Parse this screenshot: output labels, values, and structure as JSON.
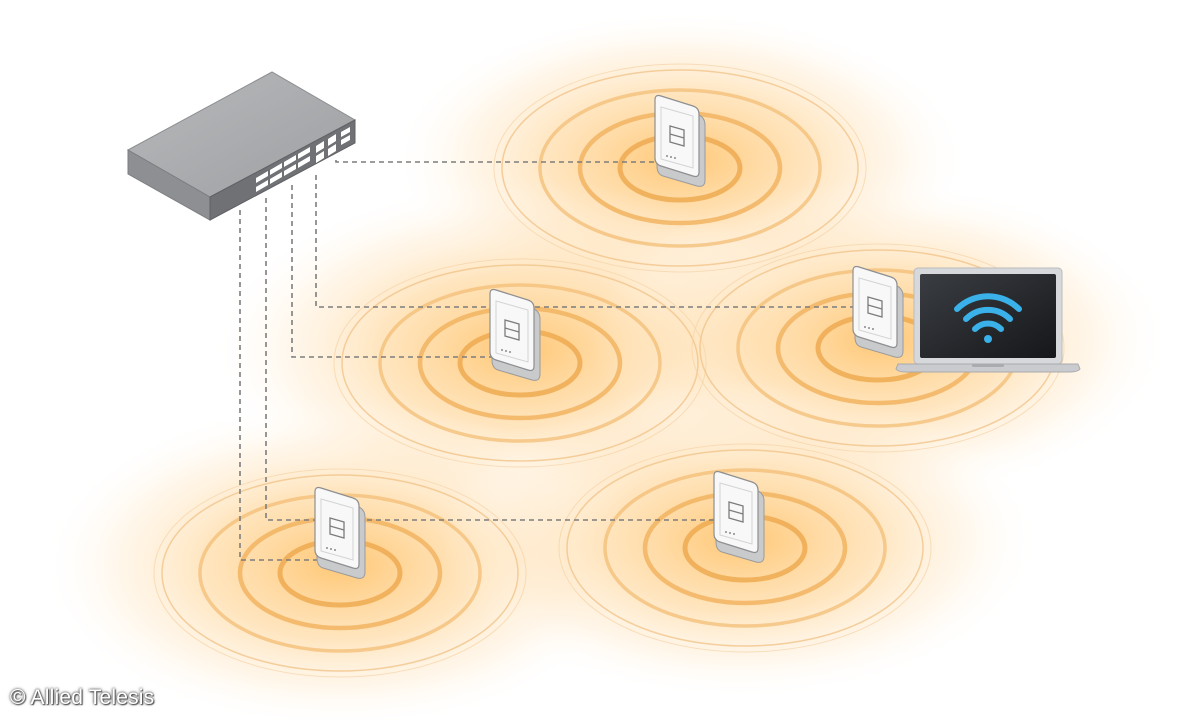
{
  "credit": {
    "text": "© Allied Telesis"
  },
  "colors": {
    "glow": "#ffc46b",
    "ring": "#f2b25c",
    "ring_faint": "#f7d9b0",
    "cable": "#7a7a7a",
    "switch_top": "#a9abad",
    "switch_front": "#8a8c8f",
    "ap_face": "#f7f7f7",
    "laptop_screen": "#222428",
    "wifi": "#3ab1e8"
  },
  "devices": {
    "switch": {
      "icon": "network-switch-icon"
    },
    "access_points": [
      {
        "id": "ap-top",
        "icon": "access-point-icon"
      },
      {
        "id": "ap-middle-left",
        "icon": "access-point-icon"
      },
      {
        "id": "ap-middle-right",
        "icon": "access-point-icon"
      },
      {
        "id": "ap-bottom-left",
        "icon": "access-point-icon"
      },
      {
        "id": "ap-bottom-right",
        "icon": "access-point-icon"
      }
    ],
    "laptop": {
      "icon": "laptop-icon",
      "screen_icon": "wifi-icon"
    }
  }
}
